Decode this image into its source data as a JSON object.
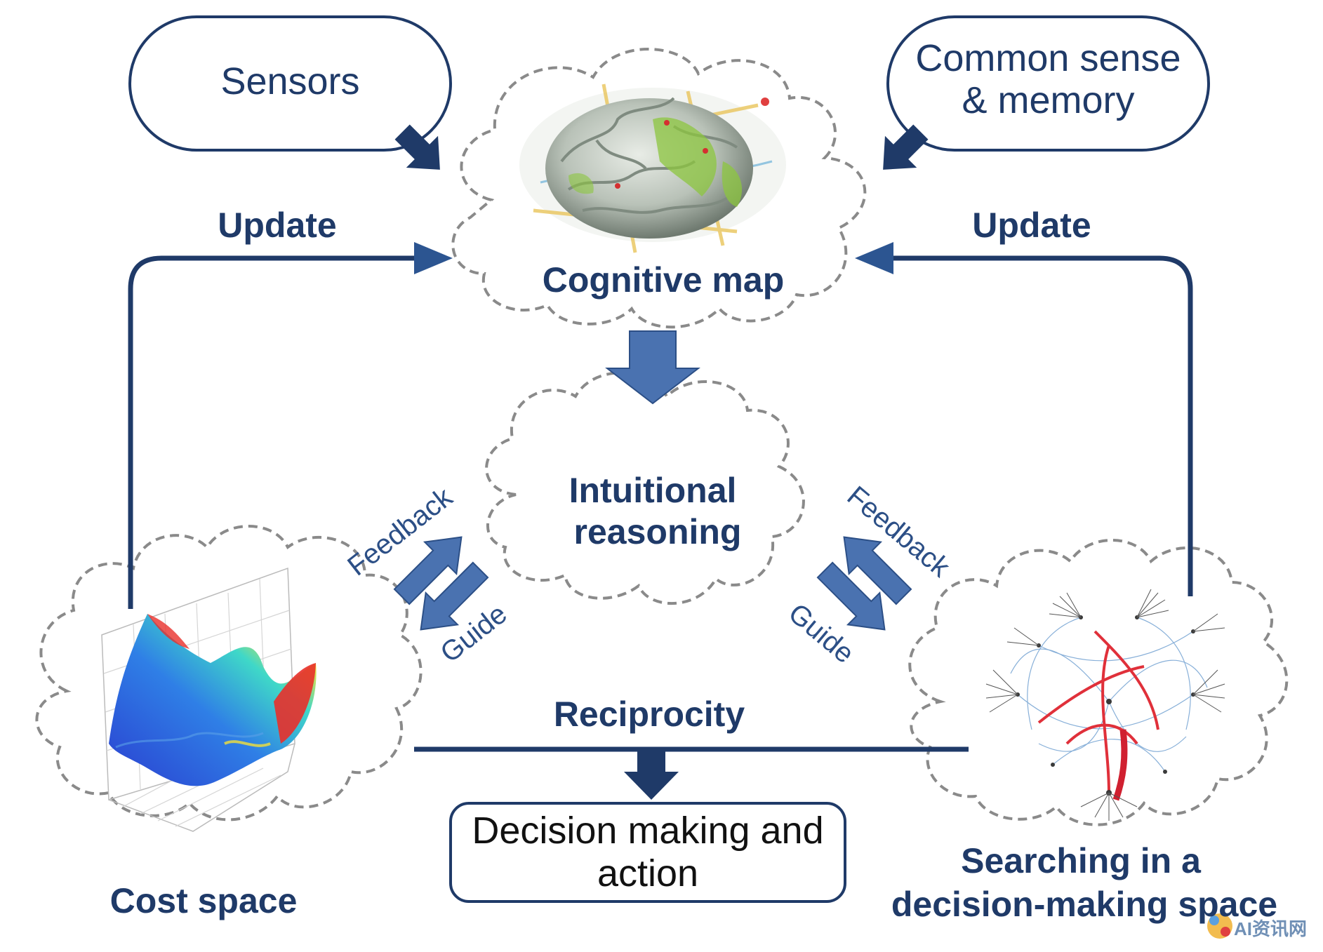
{
  "nodes": {
    "sensors": "Sensors",
    "common_sense_line1": "Common sense",
    "common_sense_line2": "& memory",
    "cognitive_map": "Cognitive map",
    "intuitional_line1": "Intuitional",
    "intuitional_line2": "reasoning",
    "cost_space": "Cost space",
    "searching_line1": "Searching in a",
    "searching_line2": "decision-making space",
    "decision_line1": "Decision making and",
    "decision_line2": "action"
  },
  "edges": {
    "update_left": "Update",
    "update_right": "Update",
    "feedback_left": "Feedback",
    "guide_left": "Guide",
    "feedback_right": "Feedback",
    "guide_right": "Guide",
    "reciprocity": "Reciprocity"
  },
  "watermark": "AI资讯网",
  "colors": {
    "navy": "#1f3a68",
    "arrow_blue": "#4a72b0",
    "cloud_outline": "#8a8a8a"
  }
}
